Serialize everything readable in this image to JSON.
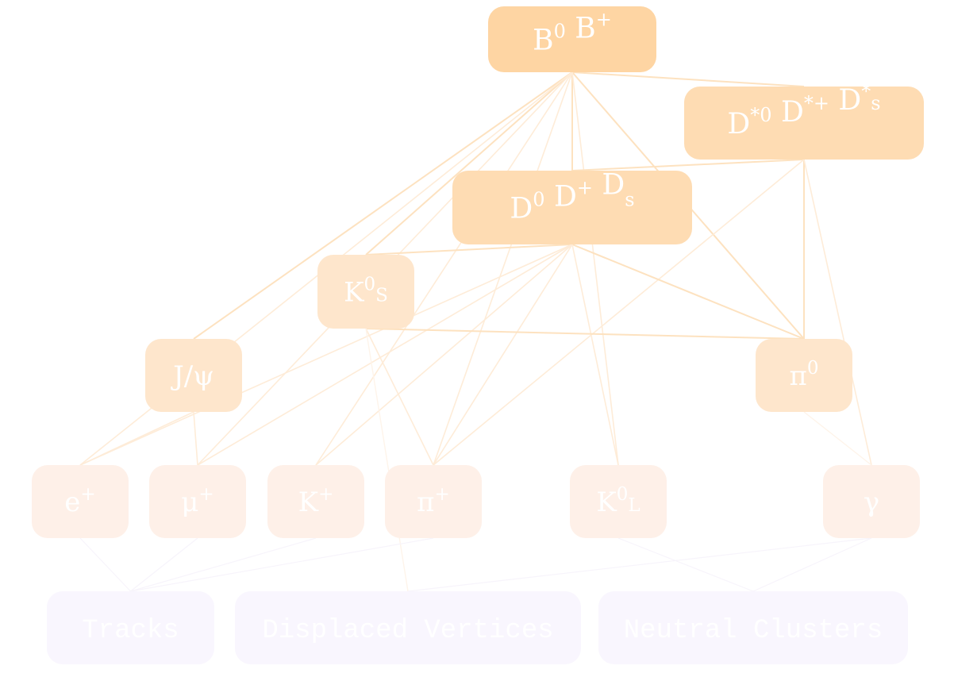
{
  "title": "B meson decay reconstruction hierarchy",
  "colors": {
    "level0": "#fed5a3",
    "level1": "#fedcb3",
    "level2": "#fee6cc",
    "level3": "#fef0e8",
    "level4": "#f9f6fe",
    "edge_strong": "#fde2c0",
    "edge_medium": "#feecd8",
    "edge_faint": "#fef4ea",
    "edge_lowest": "#f7f4fb"
  },
  "nodes": [
    {
      "id": "B",
      "name": "node-b-mesons",
      "label": "B⁰ B⁺",
      "parts": [
        [
          "B",
          ""
        ],
        [
          "0",
          "sup"
        ],
        [
          " B",
          ""
        ],
        [
          "+",
          "sup"
        ]
      ],
      "level": 0
    },
    {
      "id": "Dstar",
      "name": "node-d-star-mesons",
      "label": "D*⁰ D*⁺ D*s",
      "parts": [
        [
          "D",
          ""
        ],
        [
          "*0",
          "sup"
        ],
        [
          " D",
          ""
        ],
        [
          "*+",
          "sup"
        ],
        [
          " D",
          ""
        ],
        [
          "*",
          "sup"
        ],
        [
          "s",
          "sub"
        ]
      ],
      "level": 1
    },
    {
      "id": "D",
      "name": "node-d-mesons",
      "label": "D⁰ D⁺ Ds",
      "parts": [
        [
          "D",
          ""
        ],
        [
          "0",
          "sup"
        ],
        [
          " D",
          ""
        ],
        [
          "+",
          "sup"
        ],
        [
          " D",
          ""
        ],
        [
          "s",
          "sub"
        ]
      ],
      "level": 1
    },
    {
      "id": "KS",
      "name": "node-k-short",
      "label": "K⁰S",
      "parts": [
        [
          "K",
          ""
        ],
        [
          "0",
          "sup"
        ],
        [
          "S",
          "sub"
        ]
      ],
      "level": 2
    },
    {
      "id": "Jpsi",
      "name": "node-j-psi",
      "label": "J/ψ",
      "parts": [
        [
          "J/ψ",
          ""
        ]
      ],
      "level": 2
    },
    {
      "id": "pi0",
      "name": "node-pi-zero",
      "label": "π⁰",
      "parts": [
        [
          "π",
          ""
        ],
        [
          "0",
          "sup"
        ]
      ],
      "level": 2
    },
    {
      "id": "e",
      "name": "node-positron",
      "label": "e⁺",
      "parts": [
        [
          "e",
          ""
        ],
        [
          "+",
          "sup"
        ]
      ],
      "level": 3
    },
    {
      "id": "mu",
      "name": "node-muon",
      "label": "μ⁺",
      "parts": [
        [
          "μ",
          ""
        ],
        [
          "+",
          "sup"
        ]
      ],
      "level": 3
    },
    {
      "id": "K",
      "name": "node-kaon",
      "label": "K⁺",
      "parts": [
        [
          "K",
          ""
        ],
        [
          "+",
          "sup"
        ]
      ],
      "level": 3
    },
    {
      "id": "pi",
      "name": "node-pion",
      "label": "π⁺",
      "parts": [
        [
          "π",
          ""
        ],
        [
          "+",
          "sup"
        ]
      ],
      "level": 3
    },
    {
      "id": "KL",
      "name": "node-k-long",
      "label": "K⁰L",
      "parts": [
        [
          "K",
          ""
        ],
        [
          "0",
          "sup"
        ],
        [
          "L",
          "sub"
        ]
      ],
      "level": 3
    },
    {
      "id": "gamma",
      "name": "node-photon",
      "label": "γ",
      "parts": [
        [
          "γ",
          ""
        ]
      ],
      "level": 3
    },
    {
      "id": "Tracks",
      "name": "node-tracks",
      "label": "Tracks",
      "parts": [
        [
          "Tracks",
          ""
        ]
      ],
      "level": 4,
      "mono": true
    },
    {
      "id": "DV",
      "name": "node-displaced-vertices",
      "label": "Displaced Vertices",
      "parts": [
        [
          "Displaced Vertices",
          ""
        ]
      ],
      "level": 4,
      "mono": true
    },
    {
      "id": "NC",
      "name": "node-neutral-clusters",
      "label": "Neutral Clusters",
      "parts": [
        [
          "Neutral Clusters",
          ""
        ]
      ],
      "level": 4,
      "mono": true
    }
  ],
  "edges": [
    {
      "from": "B",
      "to": "Dstar",
      "strength": "strong"
    },
    {
      "from": "B",
      "to": "D",
      "strength": "strong"
    },
    {
      "from": "B",
      "to": "KS",
      "strength": "strong"
    },
    {
      "from": "B",
      "to": "Jpsi",
      "strength": "strong"
    },
    {
      "from": "B",
      "to": "pi0",
      "strength": "strong"
    },
    {
      "from": "B",
      "to": "e",
      "strength": "medium"
    },
    {
      "from": "B",
      "to": "mu",
      "strength": "medium"
    },
    {
      "from": "B",
      "to": "K",
      "strength": "medium"
    },
    {
      "from": "B",
      "to": "pi",
      "strength": "medium"
    },
    {
      "from": "B",
      "to": "KL",
      "strength": "medium"
    },
    {
      "from": "Dstar",
      "to": "D",
      "strength": "strong"
    },
    {
      "from": "Dstar",
      "to": "pi0",
      "strength": "strong"
    },
    {
      "from": "Dstar",
      "to": "pi",
      "strength": "medium"
    },
    {
      "from": "Dstar",
      "to": "gamma",
      "strength": "medium"
    },
    {
      "from": "D",
      "to": "KS",
      "strength": "strong"
    },
    {
      "from": "D",
      "to": "pi0",
      "strength": "strong"
    },
    {
      "from": "D",
      "to": "e",
      "strength": "medium"
    },
    {
      "from": "D",
      "to": "mu",
      "strength": "medium"
    },
    {
      "from": "D",
      "to": "K",
      "strength": "medium"
    },
    {
      "from": "D",
      "to": "pi",
      "strength": "medium"
    },
    {
      "from": "D",
      "to": "KL",
      "strength": "medium"
    },
    {
      "from": "KS",
      "to": "pi0",
      "strength": "strong"
    },
    {
      "from": "KS",
      "to": "pi",
      "strength": "medium"
    },
    {
      "from": "KS",
      "to": "DV",
      "strength": "faint"
    },
    {
      "from": "Jpsi",
      "to": "e",
      "strength": "medium"
    },
    {
      "from": "Jpsi",
      "to": "mu",
      "strength": "medium"
    },
    {
      "from": "pi0",
      "to": "gamma",
      "strength": "faint"
    },
    {
      "from": "e",
      "to": "Tracks",
      "strength": "lowest"
    },
    {
      "from": "mu",
      "to": "Tracks",
      "strength": "lowest"
    },
    {
      "from": "K",
      "to": "Tracks",
      "strength": "lowest"
    },
    {
      "from": "pi",
      "to": "Tracks",
      "strength": "lowest"
    },
    {
      "from": "KL",
      "to": "NC",
      "strength": "lowest"
    },
    {
      "from": "gamma",
      "to": "NC",
      "strength": "lowest"
    },
    {
      "from": "gamma",
      "to": "DV",
      "strength": "lowest"
    }
  ]
}
